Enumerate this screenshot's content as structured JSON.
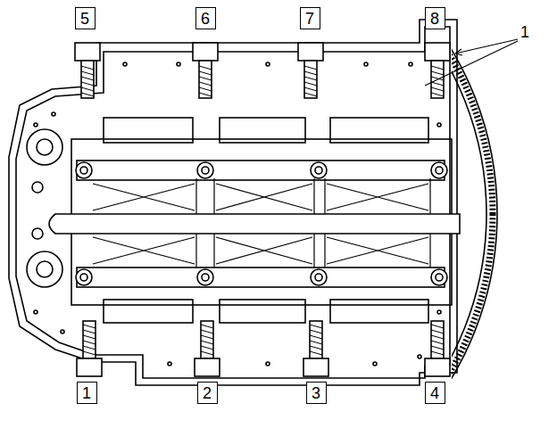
{
  "diagram": {
    "nodes": [
      {
        "text": [
          "5"
        ]
      },
      {
        "text": [
          "6"
        ]
      },
      {
        "text": [
          "7"
        ]
      },
      {
        "text": [
          "8"
        ]
      },
      {
        "text": [
          "1"
        ]
      },
      {
        "text": [
          "2"
        ]
      },
      {
        "text": [
          "3"
        ]
      },
      {
        "text": [
          "4"
        ]
      }
    ],
    "labels": [
      "1"
    ]
  }
}
